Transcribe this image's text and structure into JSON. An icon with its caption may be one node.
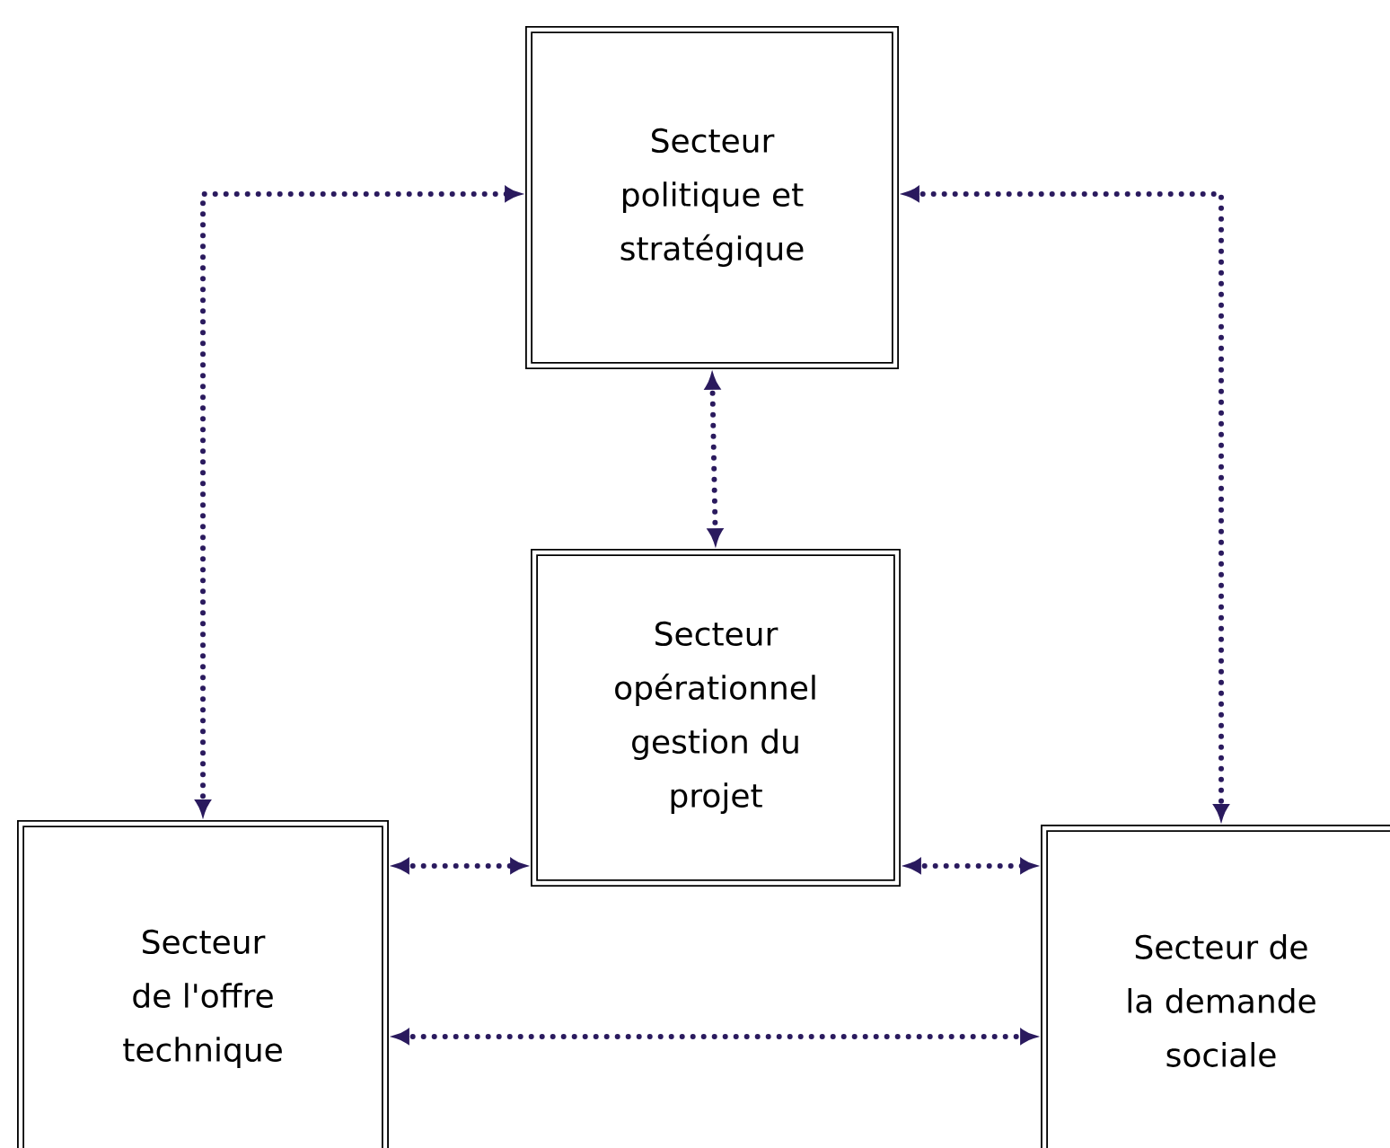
{
  "diagram": {
    "nodes": [
      {
        "text": [
          "Secteur politique et stratégique"
        ]
      },
      {
        "text": [
          "Secteur opérationnel gestion du projet"
        ]
      },
      {
        "text": [
          "Secteur de l'offre technique"
        ]
      },
      {
        "text": [
          "Secteur de la demande sociale"
        ]
      }
    ],
    "edges": [
      {
        "from": 2,
        "to": 0,
        "arrow": "both"
      },
      {
        "from": 0,
        "to": 3,
        "arrow": "both"
      },
      {
        "from": 0,
        "to": 1,
        "arrow": "both"
      },
      {
        "from": 2,
        "to": 1,
        "arrow": "both"
      },
      {
        "from": 1,
        "to": 3,
        "arrow": "both"
      },
      {
        "from": 2,
        "to": 3,
        "arrow": "both"
      }
    ]
  }
}
